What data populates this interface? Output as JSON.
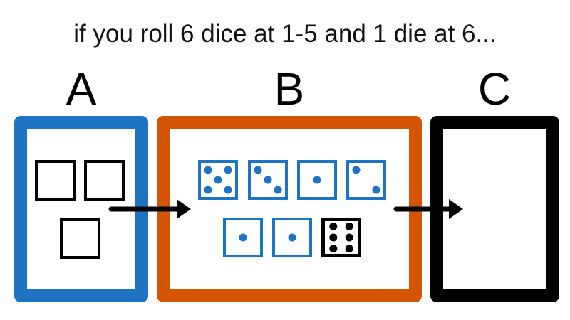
{
  "title": "if you roll 6 dice at 1-5 and 1 die at 6...",
  "labels": {
    "a": "A",
    "b": "B",
    "c": "C"
  },
  "colors": {
    "a": "#1f73c3",
    "b": "#d35504",
    "c": "#000000",
    "die_blue": "#1f73c3",
    "die_black": "#000000"
  },
  "dice": [
    {
      "value": 5,
      "color": "blue"
    },
    {
      "value": 3,
      "color": "blue"
    },
    {
      "value": 1,
      "color": "blue"
    },
    {
      "value": 2,
      "color": "blue"
    },
    {
      "value": 1,
      "color": "blue"
    },
    {
      "value": 1,
      "color": "blue"
    },
    {
      "value": 6,
      "color": "black"
    }
  ]
}
